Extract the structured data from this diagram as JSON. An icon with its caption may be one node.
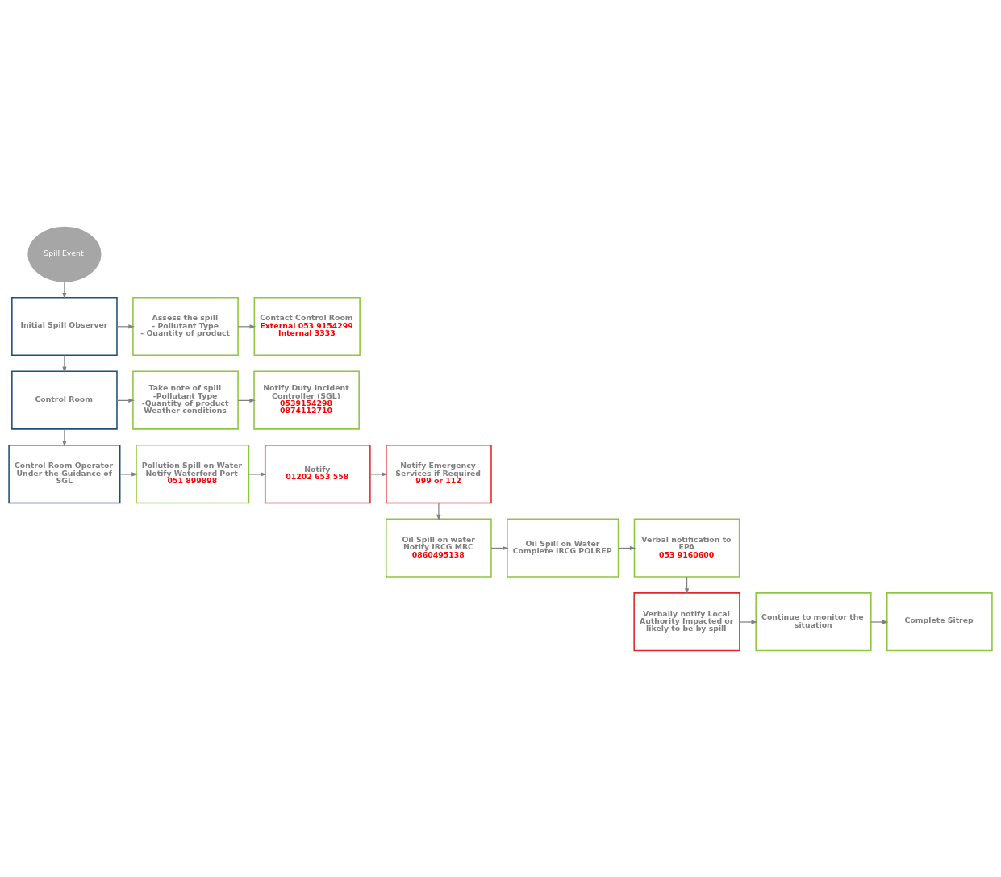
{
  "diagram": {
    "nodes": [
      {
        "text": [
          "Spill Event"
        ]
      },
      {
        "text": [
          "Initial Spill Observer"
        ]
      },
      {
        "text": [
          "Assess the spill",
          "- Pollutant Type",
          "- Quantity of product"
        ]
      },
      {
        "text": [
          "Contact Control Room",
          "External 053 9154299",
          "Internal 3333"
        ]
      },
      {
        "text": [
          "Control Room"
        ]
      },
      {
        "text": [
          "Take note of spill",
          "-Pollutant Type",
          "-Quantity of product",
          "Weather conditions"
        ]
      },
      {
        "text": [
          "Notify Duty Incident Controller (SGL)",
          "0539154298",
          "0874112710"
        ]
      },
      {
        "text": [
          "Control Room Operator Under the Guidance of SGL"
        ]
      },
      {
        "text": [
          "Pollution Spill on Water",
          "Notify Waterford Port",
          "051 899898"
        ]
      },
      {
        "text": [
          "Notify",
          "01202 653 558"
        ]
      },
      {
        "text": [
          "Notify Emergency Services if Required",
          "999 or 112"
        ]
      },
      {
        "text": [
          "Verbal notification to EPA",
          "053 9160600"
        ]
      },
      {
        "text": [
          "Oil Spill on Water",
          "Complete IRCG POLREP"
        ]
      },
      {
        "text": [
          "Oil Spill on water",
          "Notify IRCG MRC",
          "0860495138"
        ]
      },
      {
        "text": [
          "Verbally notify Local Authority Impacted or likely to be by spill"
        ]
      },
      {
        "text": [
          "Continue to monitor the situation"
        ]
      },
      {
        "text": [
          "Complete Sitrep"
        ]
      }
    ],
    "edges": [
      {
        "from": 0,
        "to": 1,
        "arrow": "to"
      },
      {
        "from": 1,
        "to": 2,
        "arrow": "to"
      },
      {
        "from": 2,
        "to": 3,
        "arrow": "to"
      },
      {
        "from": 1,
        "to": 4,
        "arrow": "to"
      },
      {
        "from": 4,
        "to": 5,
        "arrow": "to"
      },
      {
        "from": 5,
        "to": 6,
        "arrow": "to"
      },
      {
        "from": 4,
        "to": 7,
        "arrow": "to"
      },
      {
        "from": 7,
        "to": 8,
        "arrow": "to"
      },
      {
        "from": 8,
        "to": 9,
        "arrow": "to"
      },
      {
        "from": 9,
        "to": 10,
        "arrow": "to"
      },
      {
        "from": 10,
        "to": 13,
        "arrow": "to"
      },
      {
        "from": 13,
        "to": 12,
        "arrow": "to"
      },
      {
        "from": 12,
        "to": 11,
        "arrow": "to"
      },
      {
        "from": 11,
        "to": 14,
        "arrow": "to"
      },
      {
        "from": 14,
        "to": 15,
        "arrow": "to"
      },
      {
        "from": 15,
        "to": 16,
        "arrow": "to"
      }
    ]
  }
}
